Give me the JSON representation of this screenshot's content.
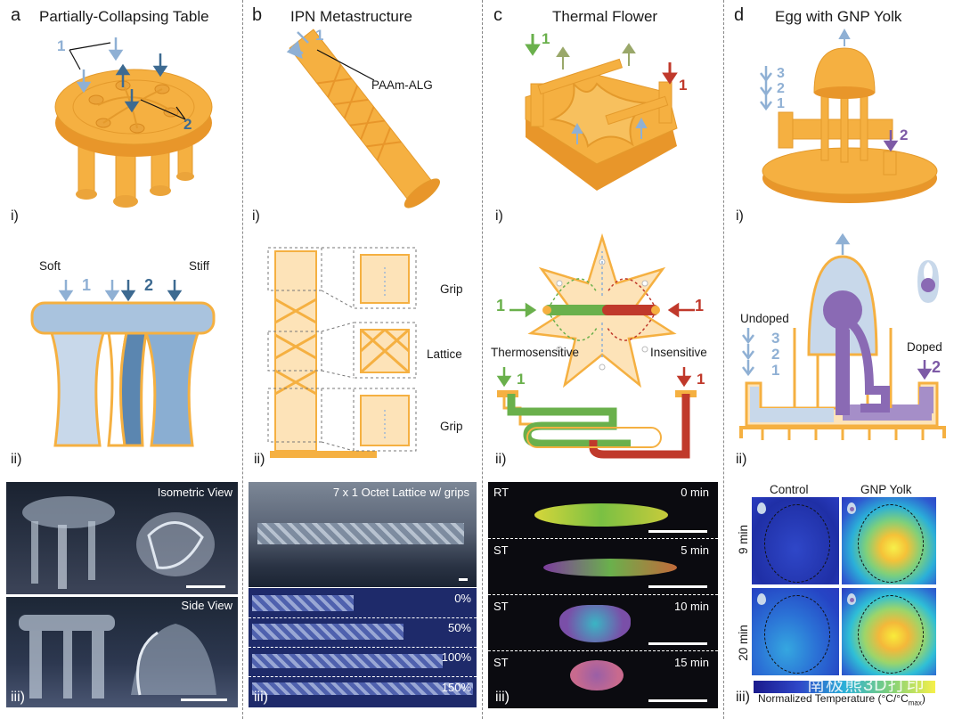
{
  "colors": {
    "orange": "#f5b041",
    "orange_dark": "#e8962a",
    "orange_edge": "#e49a2c",
    "blue_dark": "#3d6a91",
    "blue_mid": "#6f9ac4",
    "blue_light": "#a9c3de",
    "green": "#6ab04c",
    "red": "#c0392b",
    "purple": "#7d5aa6",
    "olive": "#9aa86a"
  },
  "panel_a": {
    "letter": "a",
    "title": "Partially-Collapsing Table",
    "n1": "1",
    "n2": "2",
    "i": "i)",
    "ii": "ii)",
    "iii": "iii)",
    "soft": "Soft",
    "stiff": "Stiff",
    "d1": "1",
    "d2": "2",
    "photo_top": "Isometric View",
    "photo_bottom": "Side View"
  },
  "panel_b": {
    "letter": "b",
    "title": "IPN Metastructure",
    "n1": "1",
    "material": "PAAm-ALG",
    "i": "i)",
    "ii": "ii)",
    "iii": "iii)",
    "grip_top": "Grip",
    "lattice": "Lattice",
    "grip_bottom": "Grip",
    "photo_title": "7 x 1 Octet Lattice w/ grips",
    "strains": [
      "0%",
      "50%",
      "100%",
      "150%"
    ]
  },
  "panel_c": {
    "letter": "c",
    "title": "Thermal Flower",
    "n1_left": "1",
    "n1_right": "1",
    "i": "i)",
    "ii": "ii)",
    "iii": "iii)",
    "thermo": "Thermosensitive",
    "insens": "Insensitive",
    "d1_left": "1",
    "d1_right": "1",
    "frames": [
      {
        "cond": "RT",
        "time": "0 min"
      },
      {
        "cond": "ST",
        "time": "5 min"
      },
      {
        "cond": "ST",
        "time": "10 min"
      },
      {
        "cond": "ST",
        "time": "15 min"
      }
    ]
  },
  "panel_d": {
    "letter": "d",
    "title": "Egg with GNP Yolk",
    "n3": "3",
    "n2": "2",
    "n1": "1",
    "np2": "2",
    "i": "i)",
    "ii": "ii)",
    "iii": "iii)",
    "undoped": "Undoped",
    "doped": "Doped",
    "u3": "3",
    "u2": "2",
    "u1": "1",
    "dp2": "2",
    "col_control": "Control",
    "col_gnp": "GNP Yolk",
    "row1": "9 min",
    "row2": "20 min",
    "colorbar": "Normalized Temperature (°C/°C",
    "colorbar_sub": "max",
    "colorbar_end": ")",
    "watermark": "南极熊3D打印"
  }
}
